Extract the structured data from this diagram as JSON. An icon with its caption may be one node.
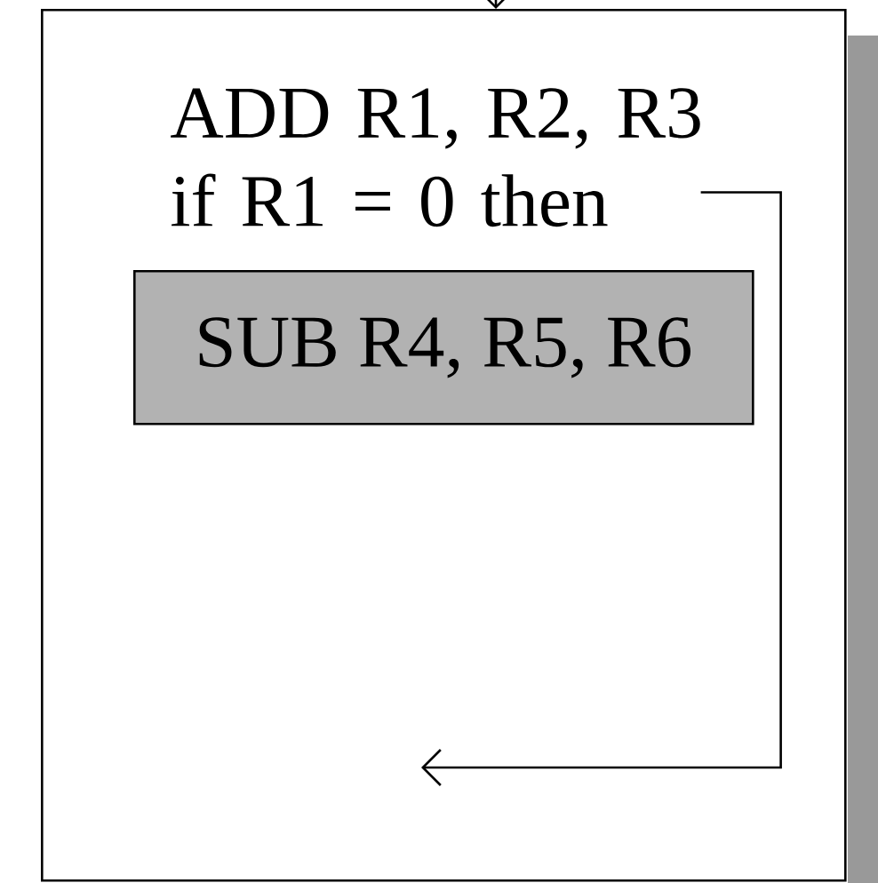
{
  "diagram": {
    "nodes": [
      {
        "text": [],
        "shape": "box"
      },
      {
        "text": [
          "ADD R1, R2, R3 if R1 = 0 then"
        ],
        "in": 0
      },
      {
        "text": [
          "SUB R4, R5, R6"
        ],
        "in": 0
      }
    ],
    "edges": [
      {
        "from": null,
        "to": 0,
        "arrow": "to"
      },
      {
        "from": 1,
        "to": null,
        "arrow": "to"
      }
    ]
  }
}
